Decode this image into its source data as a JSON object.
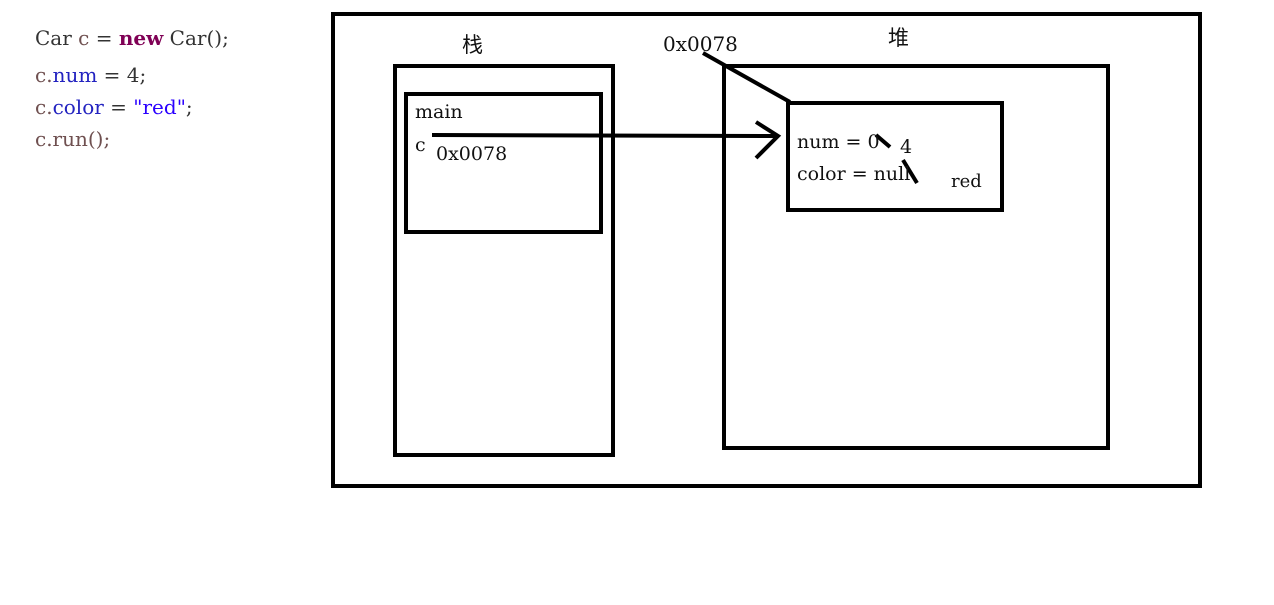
{
  "code": {
    "line1": {
      "type": "Car",
      "var": "c",
      "eq": " = ",
      "kw": "new",
      "ctor": " Car();"
    },
    "line2": {
      "obj": "c.",
      "field": "num",
      "rest": " = 4;"
    },
    "line3": {
      "obj": "c.",
      "field": "color",
      "eq": " = ",
      "str": "\"red\"",
      "end": ";"
    },
    "line4": {
      "text": "c.run();"
    }
  },
  "diagram": {
    "stack_label": "栈",
    "heap_label": "堆",
    "address_label": "0x0078",
    "frame_label": "main",
    "var_name": "c",
    "var_value": "0x0078",
    "num_field": "num = 0",
    "num_new": "4",
    "color_field": "color = null",
    "color_new": "red"
  }
}
